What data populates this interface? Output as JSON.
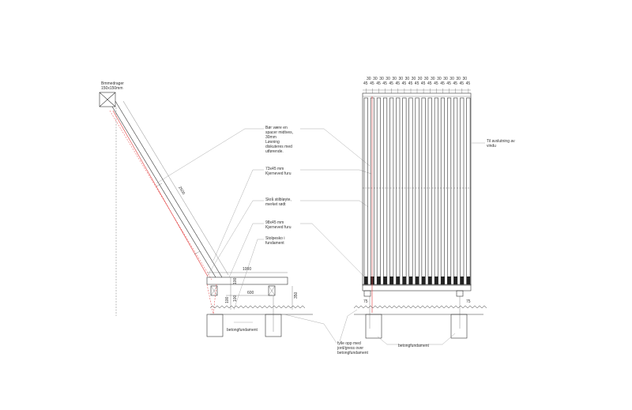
{
  "side_view": {
    "beam_label": [
      "Bmmedrager",
      "150x150mm"
    ],
    "dim_diagonal": "2500",
    "dim_base_length": "1000",
    "dim_inner_length": "600",
    "dim_height_1": "100",
    "dim_height_2": "100",
    "dim_height_3": "100",
    "dim_depth": "350",
    "foundation_label": "betongfundament"
  },
  "notes": [
    {
      "id": "spacer",
      "lines": [
        "Bør være en",
        "spacer midtves,",
        "30mm",
        "Løsning",
        "diskuteres med",
        "utførende."
      ]
    },
    {
      "id": "board",
      "lines": [
        "73x45 mm",
        "Kjerneved furu"
      ]
    },
    {
      "id": "joint",
      "lines": [
        "Skrå stilbløyte,",
        "merket rødt"
      ]
    },
    {
      "id": "beam",
      "lines": [
        "98x45 mm",
        "Kjerneved furu"
      ]
    },
    {
      "id": "socket",
      "lines": [
        "Stolpesko i",
        "fundament"
      ]
    },
    {
      "id": "soil",
      "lines": [
        "fylle opp med",
        "jord/gress over",
        "betongfundament"
      ]
    }
  ],
  "front_view": {
    "top_dims_row1": [
      "30",
      "30",
      "30",
      "30",
      "30",
      "30",
      "30",
      "30",
      "30",
      "30",
      "30",
      "30",
      "30",
      "30",
      "30",
      "30"
    ],
    "top_dims_row2": [
      "45",
      "45",
      "45",
      "45",
      "45",
      "45",
      "45",
      "45",
      "45",
      "45",
      "45",
      "45",
      "45",
      "45",
      "45",
      "45",
      "45"
    ],
    "right_note": [
      "Til avslutning av",
      "vindu"
    ],
    "left_dim": "75",
    "right_dim": "75",
    "foundation_label": "betongfundament"
  }
}
